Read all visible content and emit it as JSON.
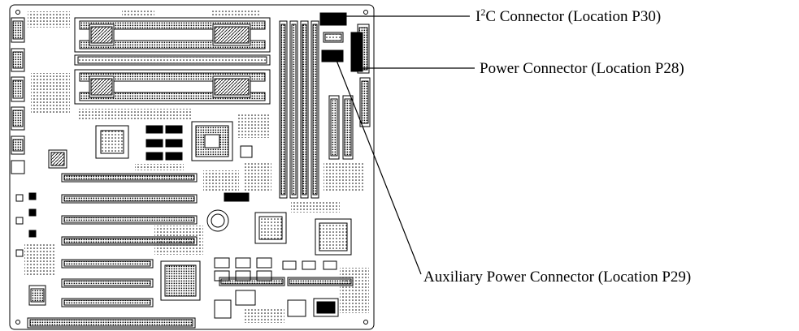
{
  "diagram": {
    "callouts": {
      "i2c": {
        "prefix": "I",
        "superscript": "2",
        "suffix": "C Connector (Location P30)"
      },
      "power": {
        "label": "Power Connector (Location P28)"
      },
      "aux_power": {
        "label": "Auxiliary Power Connector (Location P29)"
      }
    },
    "colors": {
      "ink": "#000000",
      "background": "#ffffff"
    }
  }
}
